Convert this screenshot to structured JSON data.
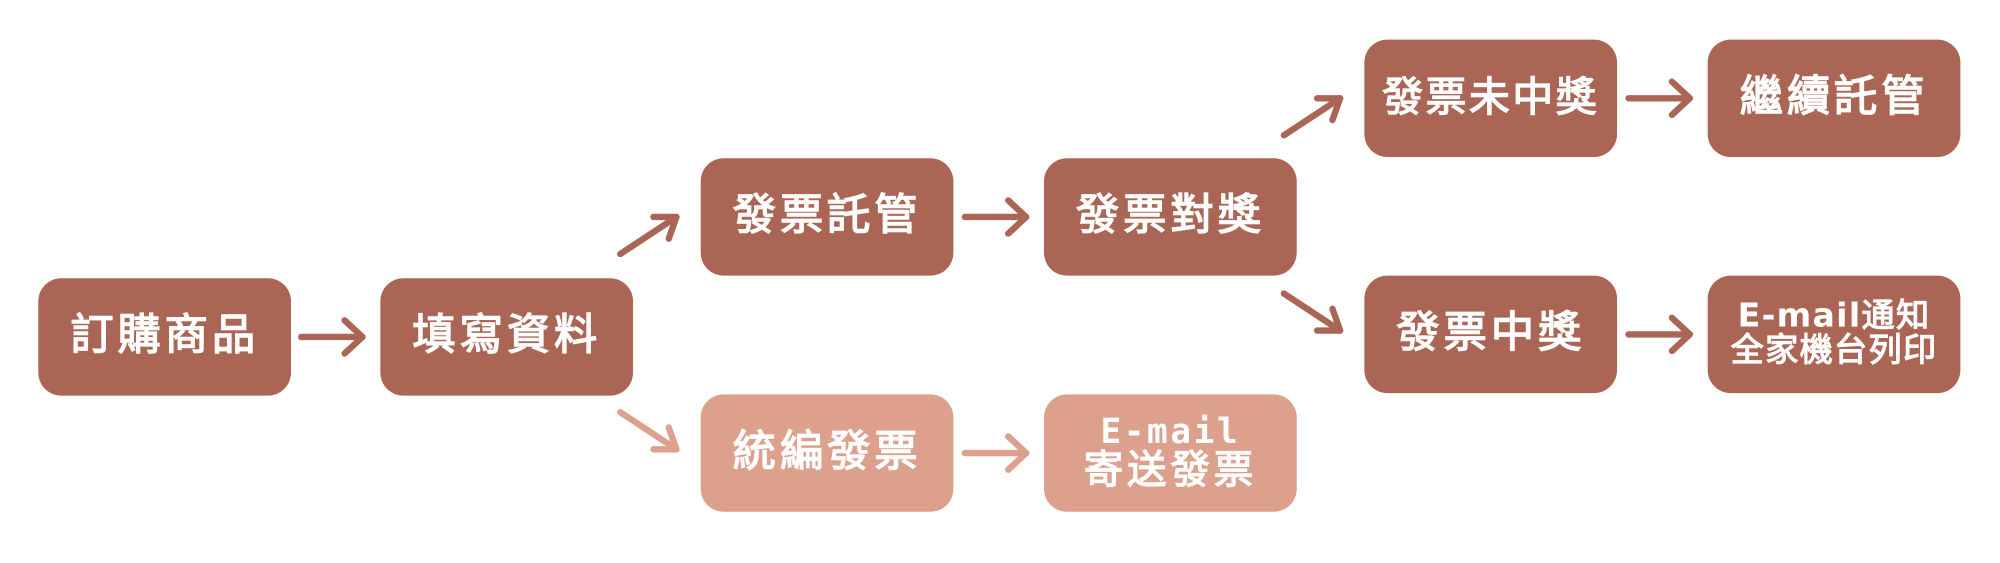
{
  "colors": {
    "primary": "#ab6555",
    "secondary": "#dca08c",
    "text": "#ffffff"
  },
  "nodes": {
    "order_product": {
      "label": "訂購商品"
    },
    "fill_data": {
      "label": "填寫資料"
    },
    "invoice_custody": {
      "label": "發票託管"
    },
    "invoice_check": {
      "label": "發票對獎"
    },
    "invoice_not_won": {
      "label": "發票未中獎"
    },
    "continue_custody": {
      "label": "繼續託管"
    },
    "invoice_won": {
      "label": "發票中獎"
    },
    "notify_print": {
      "line1": "E-mail通知",
      "line2": "全家機台列印"
    },
    "unified_invoice": {
      "label": "統編發票"
    },
    "email_send": {
      "line1": "E-mail",
      "line2": "寄送發票"
    }
  }
}
